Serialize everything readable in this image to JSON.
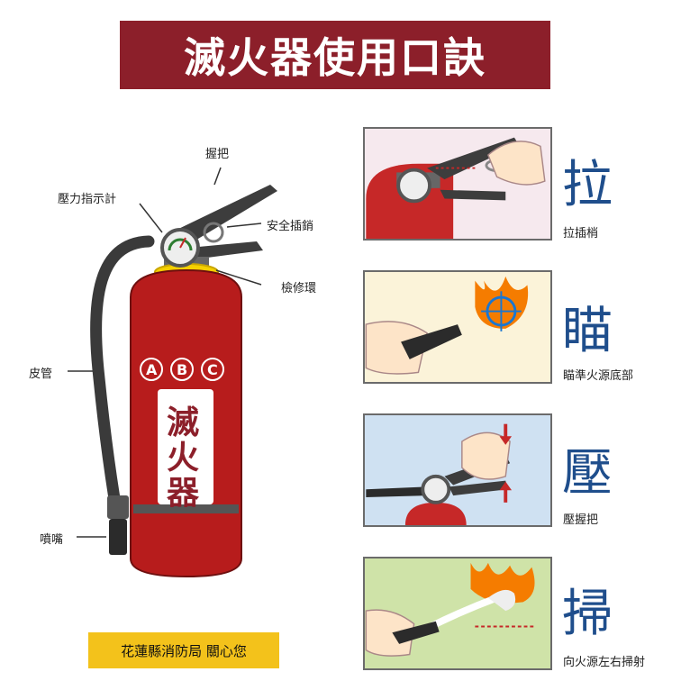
{
  "title": "滅火器使用口訣",
  "diagram": {
    "labels": {
      "handle": "握把",
      "pressure_gauge": "壓力指示計",
      "safety_pin": "安全插銷",
      "inspection_ring": "檢修環",
      "hose": "皮管",
      "nozzle": "噴嘴"
    },
    "body": {
      "classes": [
        "A",
        "B",
        "C"
      ],
      "vertical_text": [
        "滅",
        "火",
        "器"
      ]
    },
    "colors": {
      "body": "#b71c1c",
      "label_bg": "#ffffff",
      "ring": "#f5d000"
    }
  },
  "steps": [
    {
      "char": "拉",
      "caption": "拉插梢",
      "panel_bg": "#f6e9ee"
    },
    {
      "char": "瞄",
      "caption": "瞄準火源底部",
      "panel_bg": "#fbf3d9"
    },
    {
      "char": "壓",
      "caption": "壓握把",
      "panel_bg": "#cfe1f2"
    },
    {
      "char": "掃",
      "caption": "向火源左右掃射",
      "panel_bg": "#cfe3a8"
    }
  ],
  "footer": "花蓮縣消防局 關心您",
  "colors": {
    "title_bg": "#8c1f2a",
    "accent_blue": "#1f4e8c",
    "footer_bg": "#f3c21b"
  }
}
